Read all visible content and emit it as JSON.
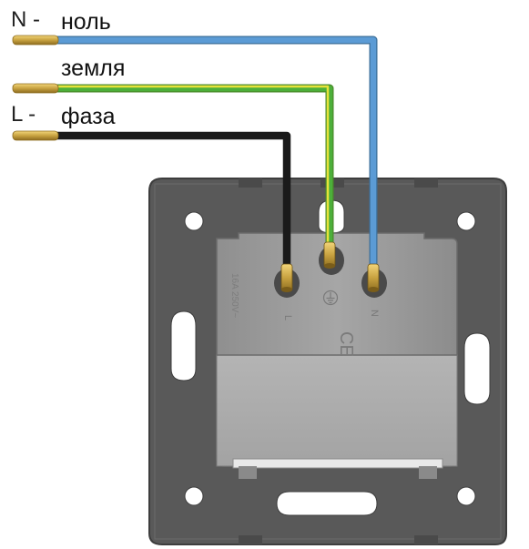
{
  "labels": {
    "neutral_letter": "N -",
    "neutral": "ноль",
    "ground": "земля",
    "phase_letter": "L -",
    "phase": "фаза"
  },
  "socket_markings": {
    "rating": "16A 250V~",
    "terminal_l": "L",
    "terminal_n": "N",
    "ce_mark": "CE",
    "ground_symbol": "ground-icon"
  },
  "colors": {
    "wire_neutral": "#5b9bd5",
    "wire_ground_green": "#4caf3a",
    "wire_ground_yellow": "#e6e23a",
    "wire_phase": "#1a1a1a",
    "brass": "#c8a240",
    "plate": "#5a5a5a",
    "housing": "#9c9c9c"
  }
}
